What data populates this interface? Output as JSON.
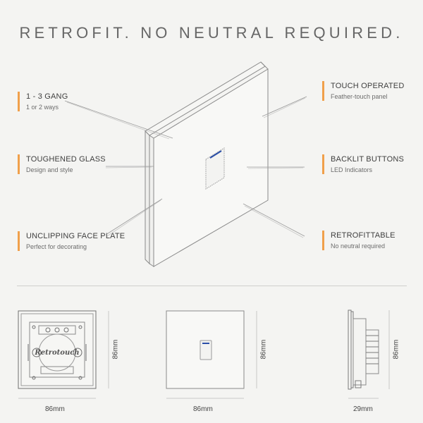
{
  "headline": "RETROFIT. NO NEUTRAL REQUIRED.",
  "accent_color": "#f0a04b",
  "features_left": [
    {
      "title": "1 - 3 GANG",
      "subtitle": "1 or 2 ways"
    },
    {
      "title": "TOUGHENED GLASS",
      "subtitle": "Design and style"
    },
    {
      "title": "UNCLIPPING FACE PLATE",
      "subtitle": "Perfect for decorating"
    }
  ],
  "features_right": [
    {
      "title": "TOUCH OPERATED",
      "subtitle": "Feather-touch panel"
    },
    {
      "title": "BACKLIT BUTTONS",
      "subtitle": "LED Indicators"
    },
    {
      "title": "RETROFITTABLE",
      "subtitle": "No neutral required"
    }
  ],
  "brand_mark": "Retrotouch",
  "dimensions": {
    "back_width": "86mm",
    "back_height": "86mm",
    "front_width": "86mm",
    "front_height": "86mm",
    "side_depth": "29mm",
    "side_height": "86mm"
  }
}
